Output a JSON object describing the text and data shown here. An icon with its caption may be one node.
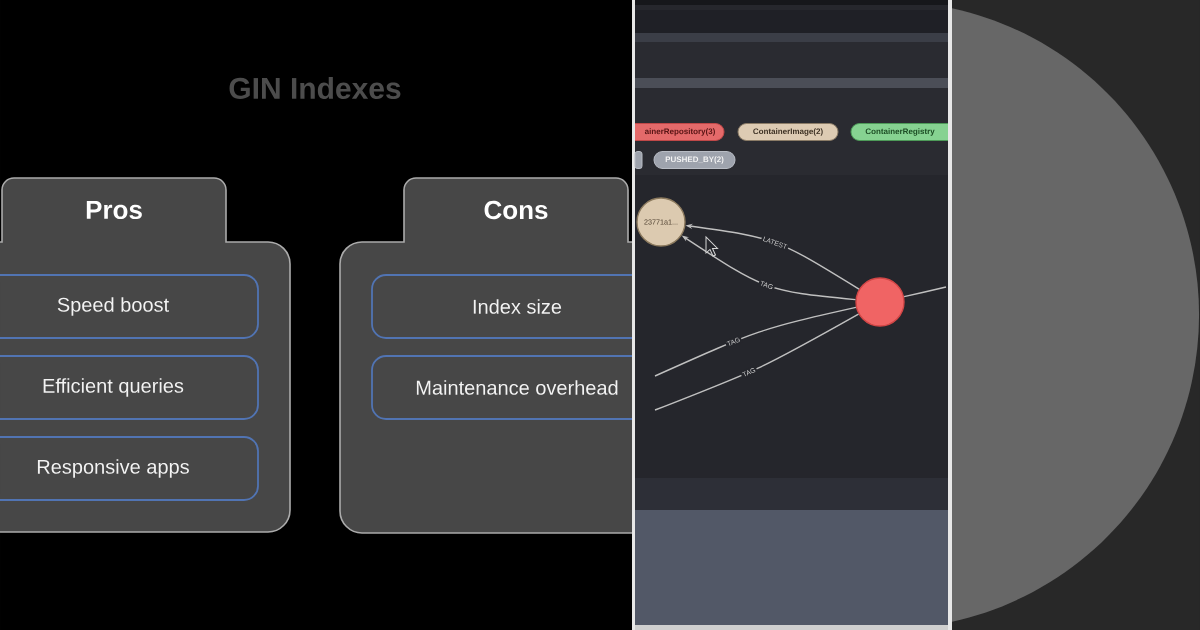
{
  "diagram": {
    "title": "GIN Indexes",
    "nodes": [
      {
        "text": [
          "Pros"
        ]
      },
      {
        "text": [
          "Speed boost"
        ],
        "in": 0
      },
      {
        "text": [
          "Efficient queries"
        ],
        "in": 0
      },
      {
        "text": [
          "Responsive apps"
        ],
        "in": 0
      },
      {
        "text": [
          "Cons"
        ]
      },
      {
        "text": [
          "Index size"
        ],
        "in": 4
      },
      {
        "text": [
          "Maintenance overhead"
        ],
        "in": 4
      },
      {
        "text": [
          "ainerRepository(3)"
        ]
      },
      {
        "text": [
          "ContainerImage(2)"
        ]
      },
      {
        "text": [
          "ContainerRegistry"
        ]
      },
      {
        "text": [],
        "shape": "box"
      },
      {
        "text": [
          "PUSHED_BY(2)"
        ]
      },
      {
        "text": [
          "23771a1..."
        ]
      },
      {
        "text": [],
        "shape": "circle"
      }
    ],
    "edges": [
      {
        "from": 13,
        "to": 12,
        "arrow": "to",
        "label": "LATEST"
      },
      {
        "from": 13,
        "to": 12,
        "arrow": "to",
        "label": "TAG"
      },
      {
        "from": 13,
        "to": null,
        "arrow": "none",
        "label": "TAG"
      },
      {
        "from": 13,
        "to": null,
        "arrow": "none",
        "label": "TAG"
      },
      {
        "from": 13,
        "to": null,
        "arrow": "none"
      }
    ]
  }
}
